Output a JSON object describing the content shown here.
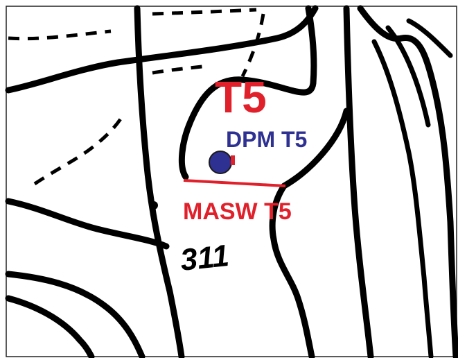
{
  "map": {
    "site_label": "T5",
    "dpm_label": "DPM T5",
    "masw_label": "MASW T5",
    "contour_label": "311"
  },
  "colors": {
    "site_label": "#e0202a",
    "dpm_label": "#2e3192",
    "dpm_point_fill": "#2e3192",
    "masw_label": "#e0202a",
    "masw_line": "#e0202a",
    "contours": "#000000"
  },
  "icons": {
    "dpm_point": "filled-circle-marker",
    "spot_height": "dot-marker"
  }
}
